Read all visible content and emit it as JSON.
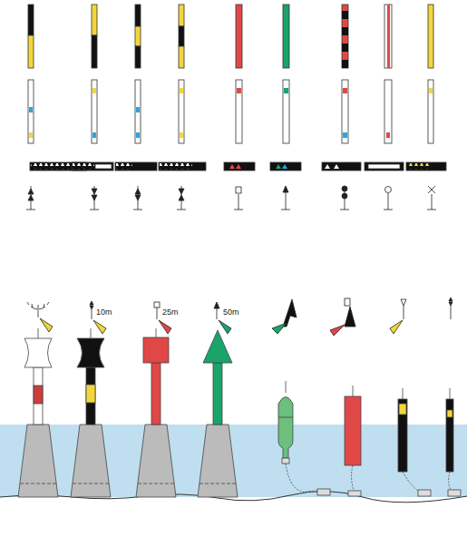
{
  "diagram": {
    "labels": [
      "10m",
      "25m",
      "50m"
    ]
  }
}
